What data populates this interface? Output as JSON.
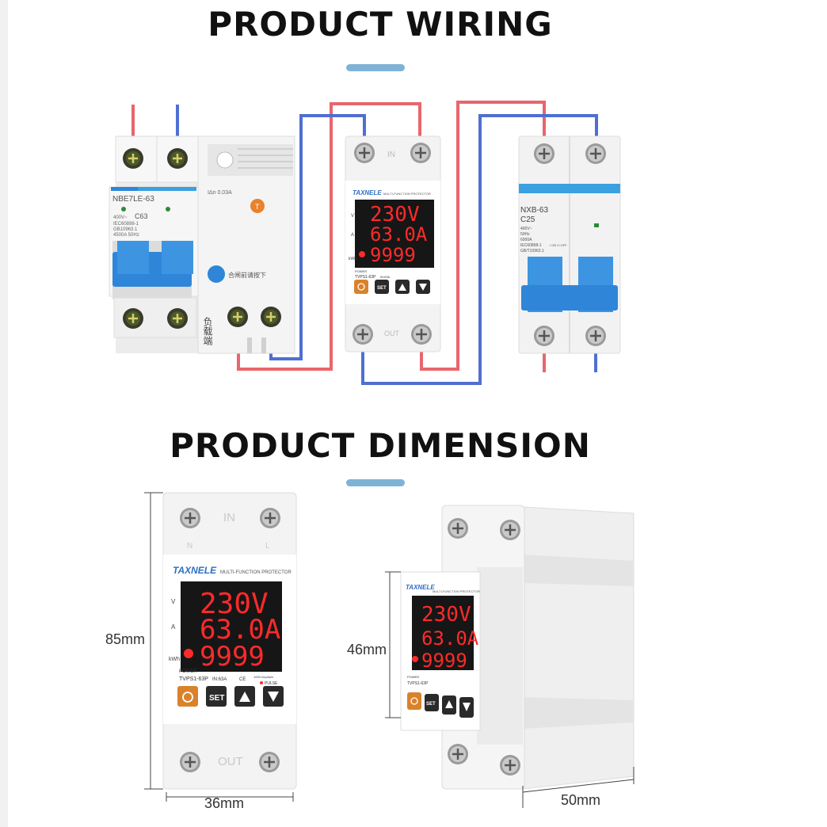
{
  "sections": {
    "wiring_title": "PRODUCT WIRING",
    "dimension_title": "PRODUCT DIMENSION"
  },
  "colors": {
    "accent": "#7fb3d6",
    "live_wire": "#e8666c",
    "neutral_wire": "#4f6fd1",
    "breaker_blue": "#2f86d8",
    "display_red": "#ff2a2a",
    "button_orange": "#d9822b"
  },
  "rcbo": {
    "model": "NBE7LE-63",
    "rating": "C63",
    "spec_lines": [
      "400V~",
      "IEC60898-1",
      "GB10963.1",
      "4500A 50Hz"
    ],
    "test_label": "T",
    "load_side_label": "负载端",
    "reset_text": "合闸前请按下",
    "leak_label": "IΔn 0.03A"
  },
  "protector": {
    "brand": "TAXNELE",
    "subtitle": "MULTI-FUNCTION PROTECTOR",
    "in_label": "IN",
    "out_label": "OUT",
    "readings": [
      "230V",
      "63.0A",
      "9999"
    ],
    "row_units": [
      "V",
      "A",
      "kWh"
    ],
    "power_label": "POWER",
    "model": "TVPS1-63P",
    "rating": "IN:63A",
    "ce": "CE",
    "pulse_rate": "1000 Imp/kwh",
    "pulse_label": "PULSE",
    "buttons": [
      "power-icon",
      "SET",
      "up-icon",
      "down-icon"
    ],
    "terminal_n": "N",
    "terminal_l": "L"
  },
  "mcb": {
    "model": "NXB-63",
    "rating": "C25",
    "spec_lines": [
      "400V~",
      "50Hz",
      "6000A",
      "IEC60898-1",
      "GB/T10963.1"
    ],
    "switch_text": "I ON O OFF"
  },
  "dimensions": {
    "height_front": "85mm",
    "width_front": "36mm",
    "height_side": "46mm",
    "depth_side": "50mm"
  }
}
